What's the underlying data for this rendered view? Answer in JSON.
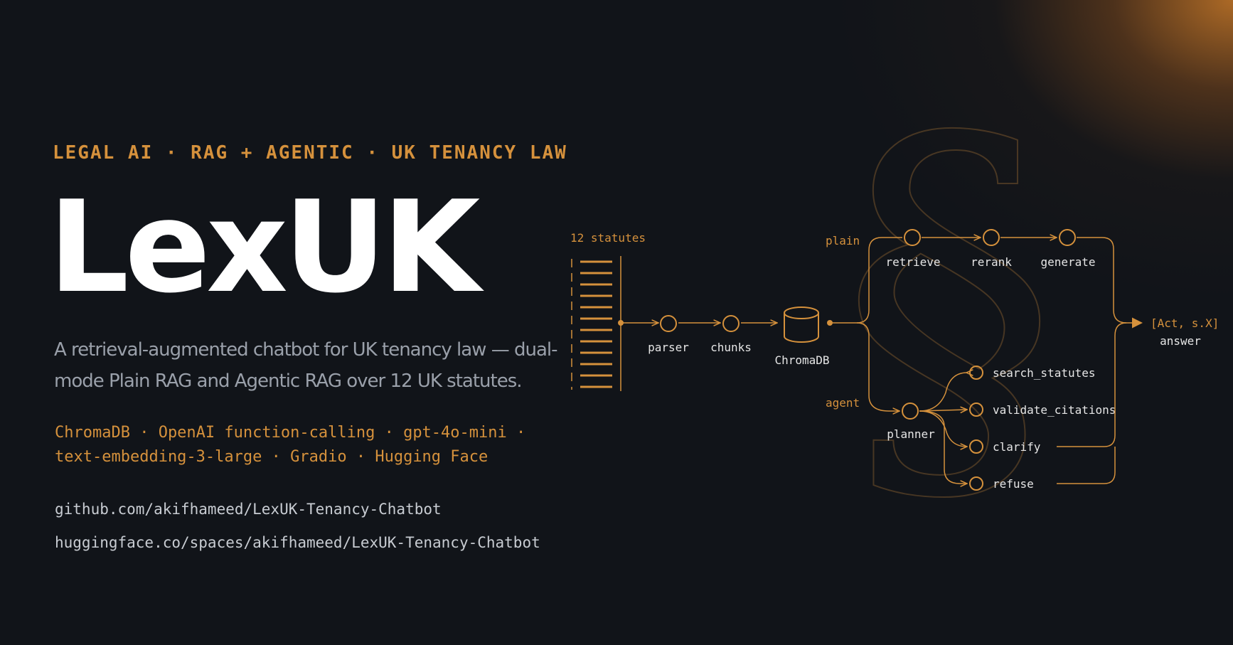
{
  "header": {
    "tagline": "LEGAL AI · RAG + AGENTIC · UK TENANCY LAW",
    "title": "LexUK",
    "subtitle": "A retrieval-augmented chatbot for UK tenancy law — dual-mode Plain RAG and Agentic RAG over 12 UK statutes.",
    "stack": "ChromaDB · OpenAI function-calling · gpt-4o-mini · text-embedding-3-large · Gradio · Hugging Face"
  },
  "links": {
    "github": "github.com/akifhameed/LexUK-Tenancy-Chatbot",
    "huggingface": "huggingface.co/spaces/akifhameed/LexUK-Tenancy-Chatbot"
  },
  "diagram": {
    "source_label": "12 statutes",
    "parser": "parser",
    "chunks": "chunks",
    "store": "ChromaDB",
    "plain_label": "plain",
    "agent_label": "agent",
    "retrieve": "retrieve",
    "rerank": "rerank",
    "generate": "generate",
    "planner": "planner",
    "tools": [
      "search_statutes",
      "validate_citations",
      "clarify",
      "refuse"
    ],
    "output": "[Act, s.X]",
    "output_sub": "answer"
  },
  "colors": {
    "accent": "#d5913c",
    "background": "#111419",
    "title": "#ffffff",
    "subtitle": "#9aa0aa",
    "link": "#c8ccd2"
  }
}
